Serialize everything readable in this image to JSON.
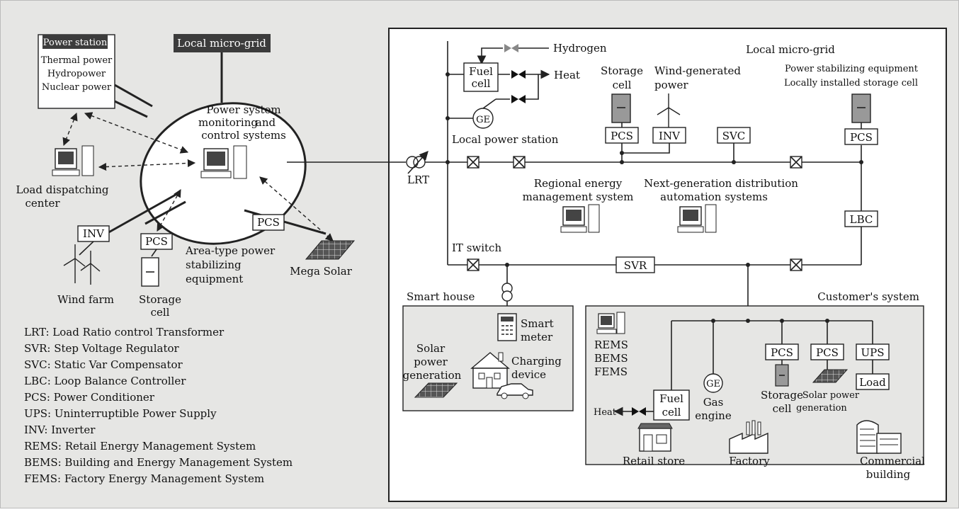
{
  "left": {
    "power_station_header": "Power station",
    "power_station_lines": [
      "Thermal power",
      "Hydropower",
      "Nuclear power"
    ],
    "local_microgrid_banner": "Local micro-grid",
    "monitoring_lines": [
      "Power system",
      "monitoring",
      "and",
      "control systems"
    ],
    "load_dispatch_lines": [
      "Load dispatching",
      "center"
    ],
    "inv": "INV",
    "pcs": "PCS",
    "pcs2": "PCS",
    "wind_farm": "Wind farm",
    "storage_cell_lines": [
      "Storage",
      "cell"
    ],
    "area_type_lines": [
      "Area-type power",
      "stabilizing",
      "equipment"
    ],
    "mega_solar": "Mega Solar"
  },
  "legend": [
    "LRT: Load Ratio control Transformer",
    "SVR: Step Voltage Regulator",
    "SVC: Static Var Compensator",
    "LBC: Loop Balance Controller",
    "PCS: Power Conditioner",
    "UPS: Uninterruptible Power Supply",
    "INV: Inverter",
    "REMS: Retail Energy Management System",
    "BEMS: Building and Energy Management System",
    "FEMS: Factory Energy Management System"
  ],
  "right": {
    "title": "Local micro-grid",
    "hydrogen": "Hydrogen",
    "fuel_cell_lines": [
      "Fuel",
      "cell"
    ],
    "heat": "Heat",
    "ge": "GE",
    "local_power_station": "Local power station",
    "storage_cell_lines": [
      "Storage",
      "cell"
    ],
    "wind_generated_lines": [
      "Wind-generated",
      "power"
    ],
    "pcs": "PCS",
    "inv": "INV",
    "svc": "SVC",
    "stabilizing_lines": [
      "Power stabilizing equipment",
      "Locally installed storage cell"
    ],
    "pcs_right": "PCS",
    "lrt": "LRT",
    "regional_lines": [
      "Regional energy",
      "management system"
    ],
    "nextgen_lines": [
      "Next-generation distribution",
      "automation systems"
    ],
    "lbc": "LBC",
    "it_switch": "IT switch",
    "svr": "SVR"
  },
  "smart_house": {
    "title": "Smart house",
    "smart_meter_lines": [
      "Smart",
      "meter"
    ],
    "solar_lines": [
      "Solar",
      "power",
      "generation"
    ],
    "charging_lines": [
      "Charging",
      "device"
    ]
  },
  "customer": {
    "title": "Customer's system",
    "ems_lines": [
      "REMS",
      "BEMS",
      "FEMS"
    ],
    "pcs1": "PCS",
    "pcs2": "PCS",
    "ups": "UPS",
    "load": "Load",
    "fuel_cell_lines": [
      "Fuel",
      "cell"
    ],
    "ge": "GE",
    "gas_engine_lines": [
      "Gas",
      "engine"
    ],
    "storage_cell_lines": [
      "Storage",
      "cell"
    ],
    "solar_lines": [
      "Solar power",
      "generation"
    ],
    "heat": "Heat",
    "retail_store": "Retail store",
    "factory": "Factory",
    "commercial_lines": [
      "Commercial",
      "building"
    ]
  },
  "colors": {
    "background": "#e6e6e4",
    "banner": "#3c3c3c",
    "panel": "#e6e6e4"
  }
}
